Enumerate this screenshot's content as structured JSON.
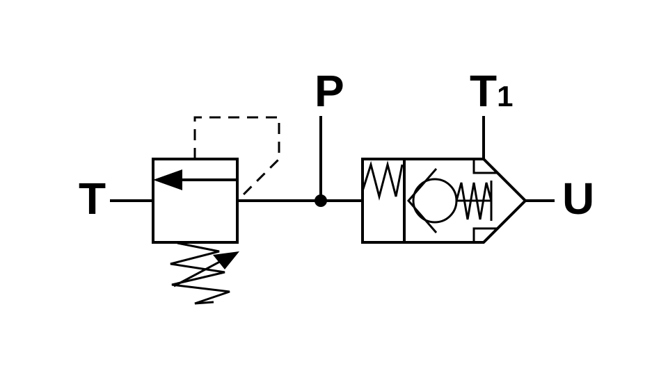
{
  "ports": {
    "tank": "T",
    "pressure": "P",
    "tank2_letter": "T",
    "tank2_subscript": "1",
    "user": "U"
  },
  "components": [
    {
      "name": "pressure-relief-valve",
      "spring": "adjustable"
    },
    {
      "name": "check-valve",
      "spring": "spring-loaded"
    }
  ],
  "colors": {
    "line": "#000000",
    "background": "#ffffff"
  }
}
